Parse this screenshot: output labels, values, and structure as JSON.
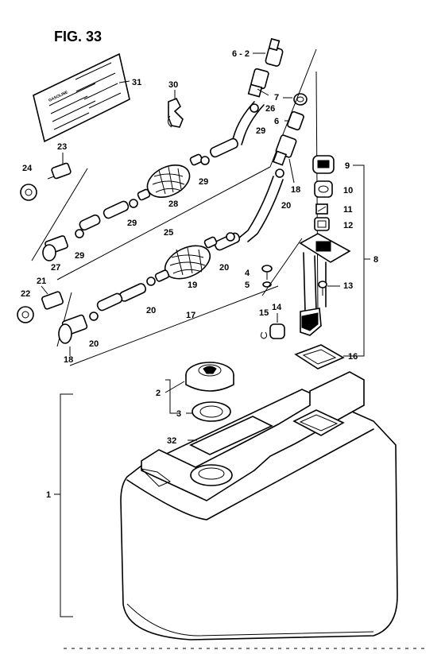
{
  "figure": {
    "title": "FIG. 33"
  },
  "label_text": {
    "decal": "GASOLINE"
  },
  "labels": [
    {
      "id": "l6-2",
      "text": "6 - 2"
    },
    {
      "id": "l31",
      "text": "31"
    },
    {
      "id": "l30",
      "text": "30"
    },
    {
      "id": "l7",
      "text": "7"
    },
    {
      "id": "l6",
      "text": "6"
    },
    {
      "id": "l26",
      "text": "26"
    },
    {
      "id": "l29a",
      "text": "29"
    },
    {
      "id": "l23",
      "text": "23"
    },
    {
      "id": "l24",
      "text": "24"
    },
    {
      "id": "l29b",
      "text": "29"
    },
    {
      "id": "l28",
      "text": "28"
    },
    {
      "id": "l29c",
      "text": "29"
    },
    {
      "id": "l25",
      "text": "25"
    },
    {
      "id": "l29d",
      "text": "29"
    },
    {
      "id": "l27",
      "text": "27"
    },
    {
      "id": "l18a",
      "text": "18"
    },
    {
      "id": "l20a",
      "text": "20"
    },
    {
      "id": "l9",
      "text": "9"
    },
    {
      "id": "l10",
      "text": "10"
    },
    {
      "id": "l11",
      "text": "11"
    },
    {
      "id": "l12",
      "text": "12"
    },
    {
      "id": "l8",
      "text": "8"
    },
    {
      "id": "l20b",
      "text": "20"
    },
    {
      "id": "l4",
      "text": "4"
    },
    {
      "id": "l5",
      "text": "5"
    },
    {
      "id": "l13",
      "text": "13"
    },
    {
      "id": "l21",
      "text": "21"
    },
    {
      "id": "l22",
      "text": "22"
    },
    {
      "id": "l19",
      "text": "19"
    },
    {
      "id": "l20c",
      "text": "20"
    },
    {
      "id": "l17",
      "text": "17"
    },
    {
      "id": "l14",
      "text": "14"
    },
    {
      "id": "l15",
      "text": "15"
    },
    {
      "id": "l20d",
      "text": "20"
    },
    {
      "id": "l18b",
      "text": "18"
    },
    {
      "id": "l16",
      "text": "16"
    },
    {
      "id": "l2",
      "text": "2"
    },
    {
      "id": "l3",
      "text": "3"
    },
    {
      "id": "l32",
      "text": "32"
    },
    {
      "id": "l1",
      "text": "1"
    }
  ]
}
